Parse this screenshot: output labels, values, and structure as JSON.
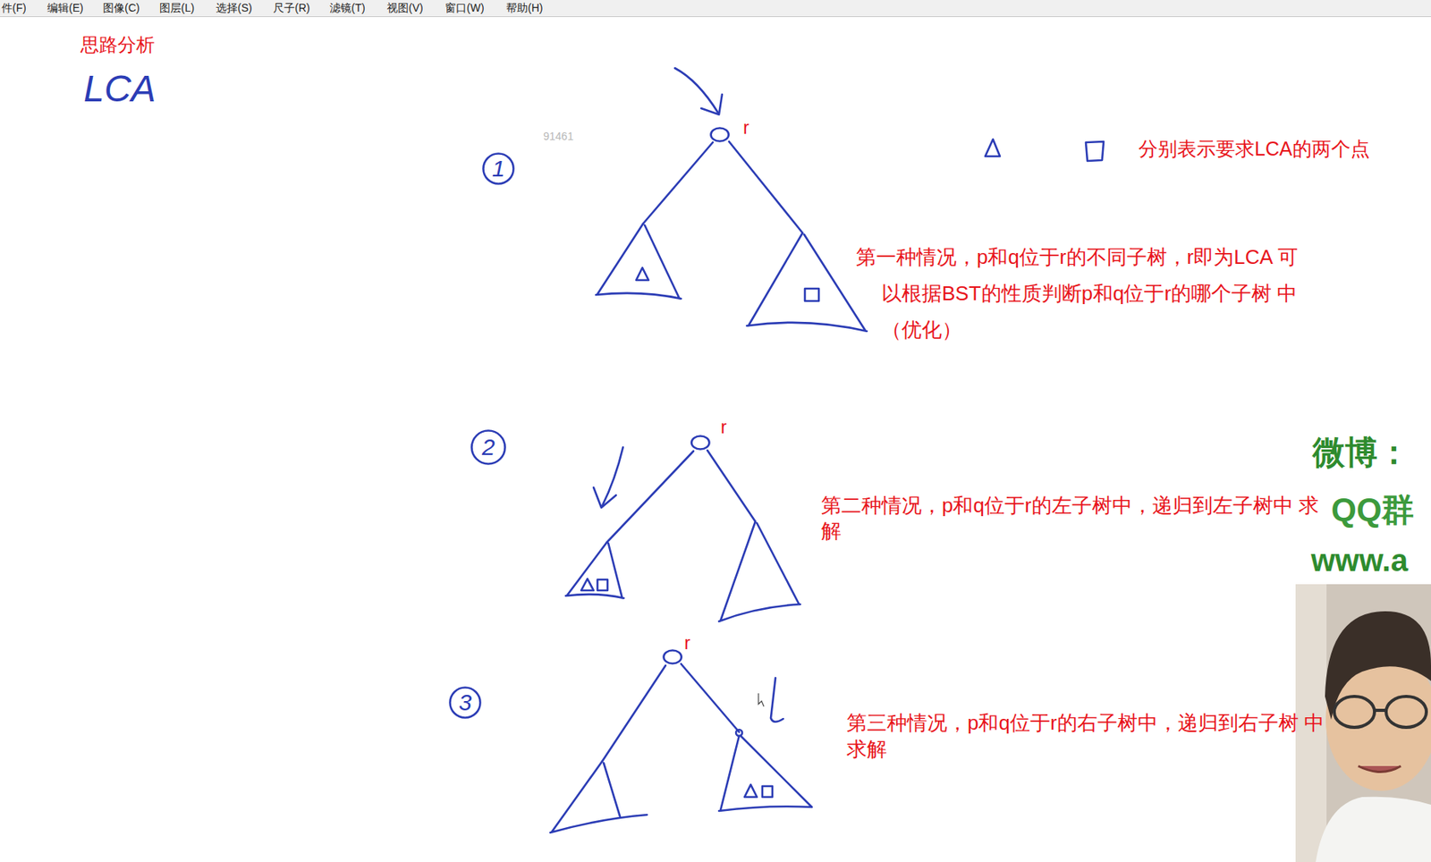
{
  "diagram": {
    "nodes": [
      {
        "text": [
          "r"
        ]
      },
      {
        "text": [
          "1"
        ]
      },
      {
        "text": [
          "r"
        ]
      },
      {
        "text": [
          "2"
        ]
      },
      {
        "text": [
          "r"
        ]
      },
      {
        "text": [
          "3"
        ]
      }
    ],
    "labels": [
      "件(F)",
      "编辑(E)",
      "图像(C)",
      "图层(L)",
      "选择(S)",
      "尺子(R)",
      "滤镜(T)",
      "视图(V)",
      "窗口(W)",
      "帮助(H)",
      "思路分析",
      "LCA",
      "91461",
      "分别表示要求LCA的两个点",
      "第一种情况，p和q位于r的不同子树，r即为LCA 可以根据BST的性质判断p和q位于r的哪个子树 中（优化）",
      "第二种情况，p和q位于r的左子树中，递归到左子树中 求解",
      "第三种情况，p和q位于r的右子树中，递归到右子树 中求解",
      "微博：",
      "QQ群",
      "www.a"
    ]
  }
}
